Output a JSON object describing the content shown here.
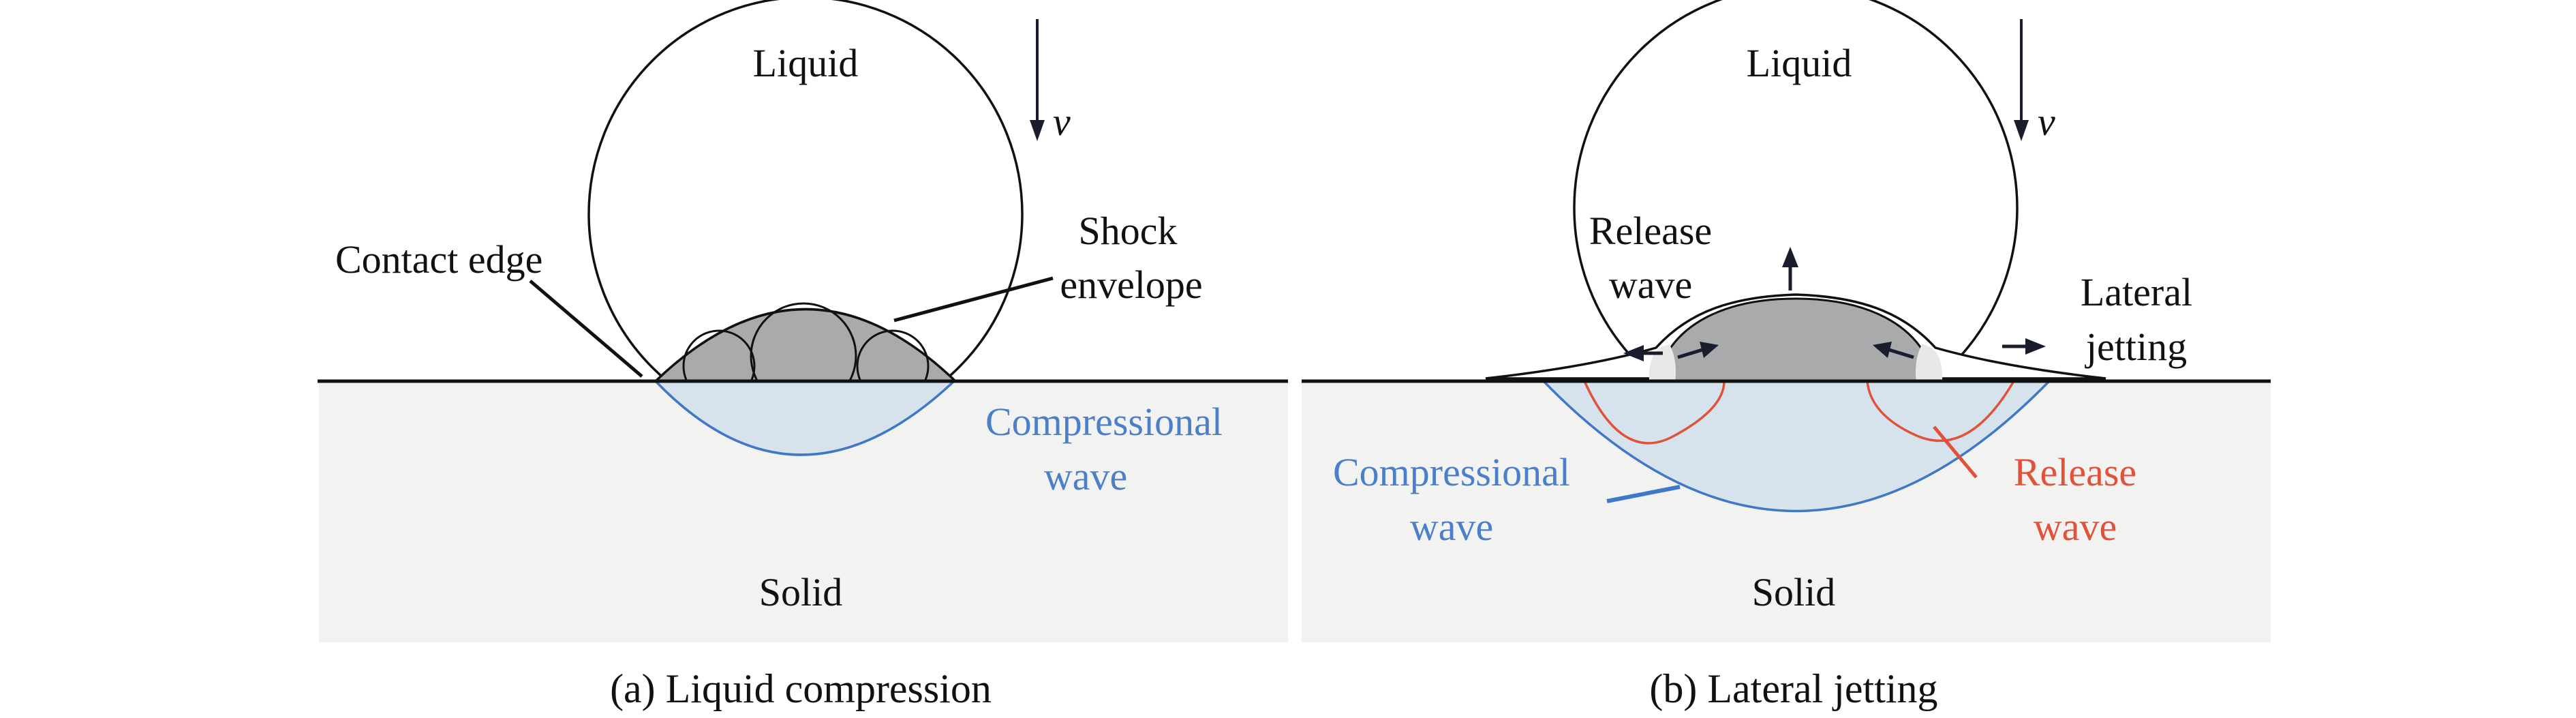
{
  "panels": {
    "a": {
      "caption": "(a) Liquid compression",
      "liquid": "Liquid",
      "solid": "Solid",
      "velocity": "v",
      "contact_edge": "Contact edge",
      "shock_line1": "Shock",
      "shock_line2": "envelope",
      "comp_line1": "Compressional",
      "comp_line2": "wave"
    },
    "b": {
      "caption": "(b) Lateral jetting",
      "liquid": "Liquid",
      "solid": "Solid",
      "velocity": "v",
      "release_top_line1": "Release",
      "release_top_line2": "wave",
      "lateral_line1": "Lateral",
      "lateral_line2": "jetting",
      "comp_line1": "Compressional",
      "comp_line2": "wave",
      "release_bottom_line1": "Release",
      "release_bottom_line2": "wave"
    }
  },
  "colors": {
    "solid_fill": "#f2f2f0",
    "shock_fill": "#a9aaac",
    "compression_fill": "#d6e3ec",
    "compression_stroke": "#3f78c6",
    "compression_label": "#4b7fc9",
    "release_stroke": "#e0523a",
    "release_label": "#e0523a",
    "line": "#111111",
    "arrow": "#1a1d2e"
  }
}
